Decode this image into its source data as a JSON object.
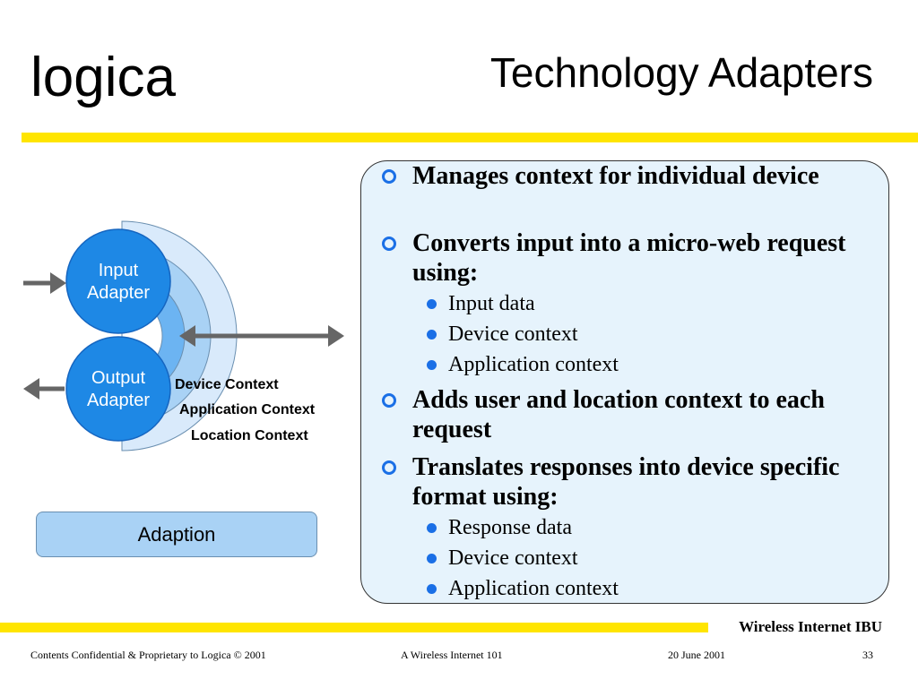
{
  "header": {
    "logo": "logica",
    "title": "Technology Adapters"
  },
  "diagram": {
    "input_adapter": [
      "Input",
      "Adapter"
    ],
    "output_adapter": [
      "Output",
      "Adapter"
    ],
    "rings": [
      "Device Context",
      "Application Context",
      "Location Context"
    ],
    "adaption_label": "Adaption",
    "colors": {
      "adapter": "#1e88e5",
      "ring_inner": "#6cb4f2",
      "ring_mid": "#9fcdf6",
      "ring_outer": "#cfe5fa"
    }
  },
  "content": {
    "bullets": [
      {
        "text": "Manages context for individual device",
        "sub": []
      },
      {
        "text": "Converts input into a micro-web request using:",
        "sub": [
          "Input data",
          "Device context",
          "Application context"
        ]
      },
      {
        "text": "Adds user and location context to each request",
        "sub": []
      },
      {
        "text": "Translates responses into device specific format using:",
        "sub": [
          "Response data",
          "Device context",
          "Application context"
        ]
      }
    ]
  },
  "footer": {
    "brand": "Wireless Internet IBU",
    "confidential": "Contents Confidential & Proprietary to Logica © 2001",
    "course": "A Wireless Internet 101",
    "date": "20 June 2001",
    "page": "33"
  },
  "accent_color": "#ffe500",
  "bullet_color": "#1a6fe6"
}
